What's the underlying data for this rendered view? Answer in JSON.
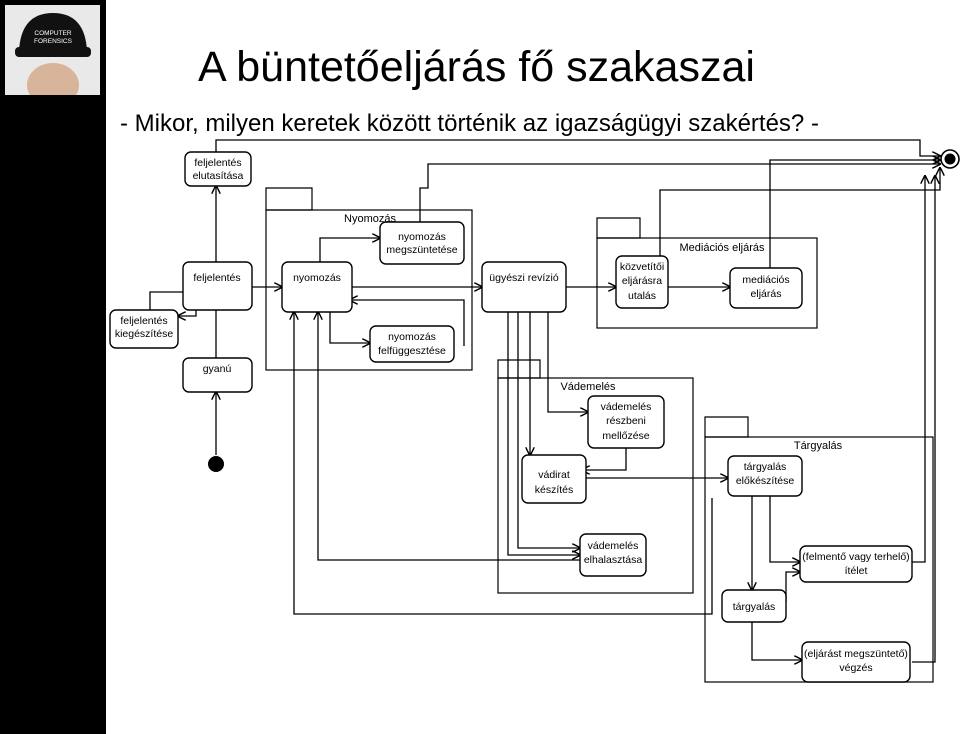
{
  "slide": {
    "title": "A büntetőeljárás fő szakaszai",
    "subtitle": "- Mikor, milyen keretek között történik az igazságügyi szakértés? -"
  },
  "logo": {
    "line1": "COMPUTER",
    "line2": "FORENSICS"
  },
  "diagram": {
    "frames": {
      "nyomozas": "Nyomozás",
      "mediacios": "Mediációs eljárás",
      "vademeles": "Vádemelés",
      "targyalas": "Tárgyalás"
    },
    "nodes": {
      "feljelentes_elutasitasa": [
        "feljelentés",
        "elutasítása"
      ],
      "feljelentes": [
        "feljelentés"
      ],
      "feljelentes_kiegeszitese": [
        "feljelentés",
        "kiegészítése"
      ],
      "gyanu": [
        "gyanú"
      ],
      "nyomozas": [
        "nyomozás"
      ],
      "nyomozas_megszuntetese": [
        "nyomozás",
        "megszüntetése"
      ],
      "nyomozas_felfuggesztese": [
        "nyomozás",
        "felfüggesztése"
      ],
      "ugyeszi_revizio": [
        "ügyészi revízió"
      ],
      "kozvetitoi": [
        "közvetítői",
        "eljárásra",
        "utalás"
      ],
      "mediacios_eljaras": [
        "mediációs",
        "eljárás"
      ],
      "vademeles_reszbeni": [
        "vádemelés",
        "részbeni",
        "mellőzése"
      ],
      "vadirat": [
        "vádirat",
        "készítés"
      ],
      "vademeles_elhalasztasa": [
        "vádemelés",
        "elhalasztása"
      ],
      "targyalas_elokeszitese": [
        "tárgyalás",
        "előkészítése"
      ],
      "itelet": [
        "(felmentő vagy terhelő)",
        "ítélet"
      ],
      "targyalas": [
        "tárgyalás"
      ],
      "vegzes": [
        "(eljárást megszüntető)",
        "végzés"
      ]
    }
  }
}
